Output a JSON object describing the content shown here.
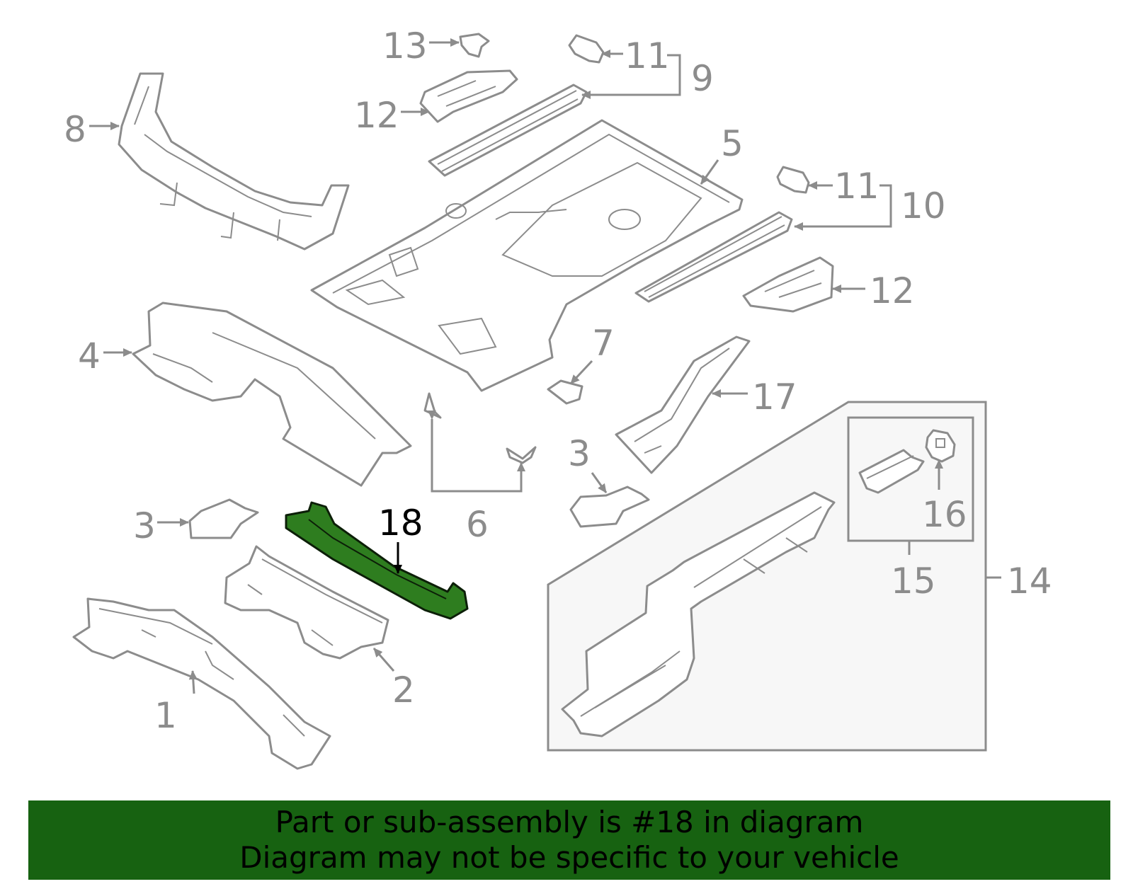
{
  "diagram": {
    "highlighted_part": "18",
    "callouts": {
      "c1": "1",
      "c2": "2",
      "c3a": "3",
      "c3b": "3",
      "c4": "4",
      "c5": "5",
      "c6": "6",
      "c7": "7",
      "c8": "8",
      "c9": "9",
      "c10": "10",
      "c11a": "11",
      "c11b": "11",
      "c12a": "12",
      "c12b": "12",
      "c13": "13",
      "c14": "14",
      "c15": "15",
      "c16": "16",
      "c17": "17",
      "c18": "18"
    },
    "colors": {
      "line": "#8c8c8c",
      "highlight_fill": "#2e7d1f",
      "banner": "#176211"
    }
  },
  "footer": {
    "line1": "Part or sub-assembly is #18 in diagram",
    "line2": "Diagram may not be specific to your vehicle"
  }
}
